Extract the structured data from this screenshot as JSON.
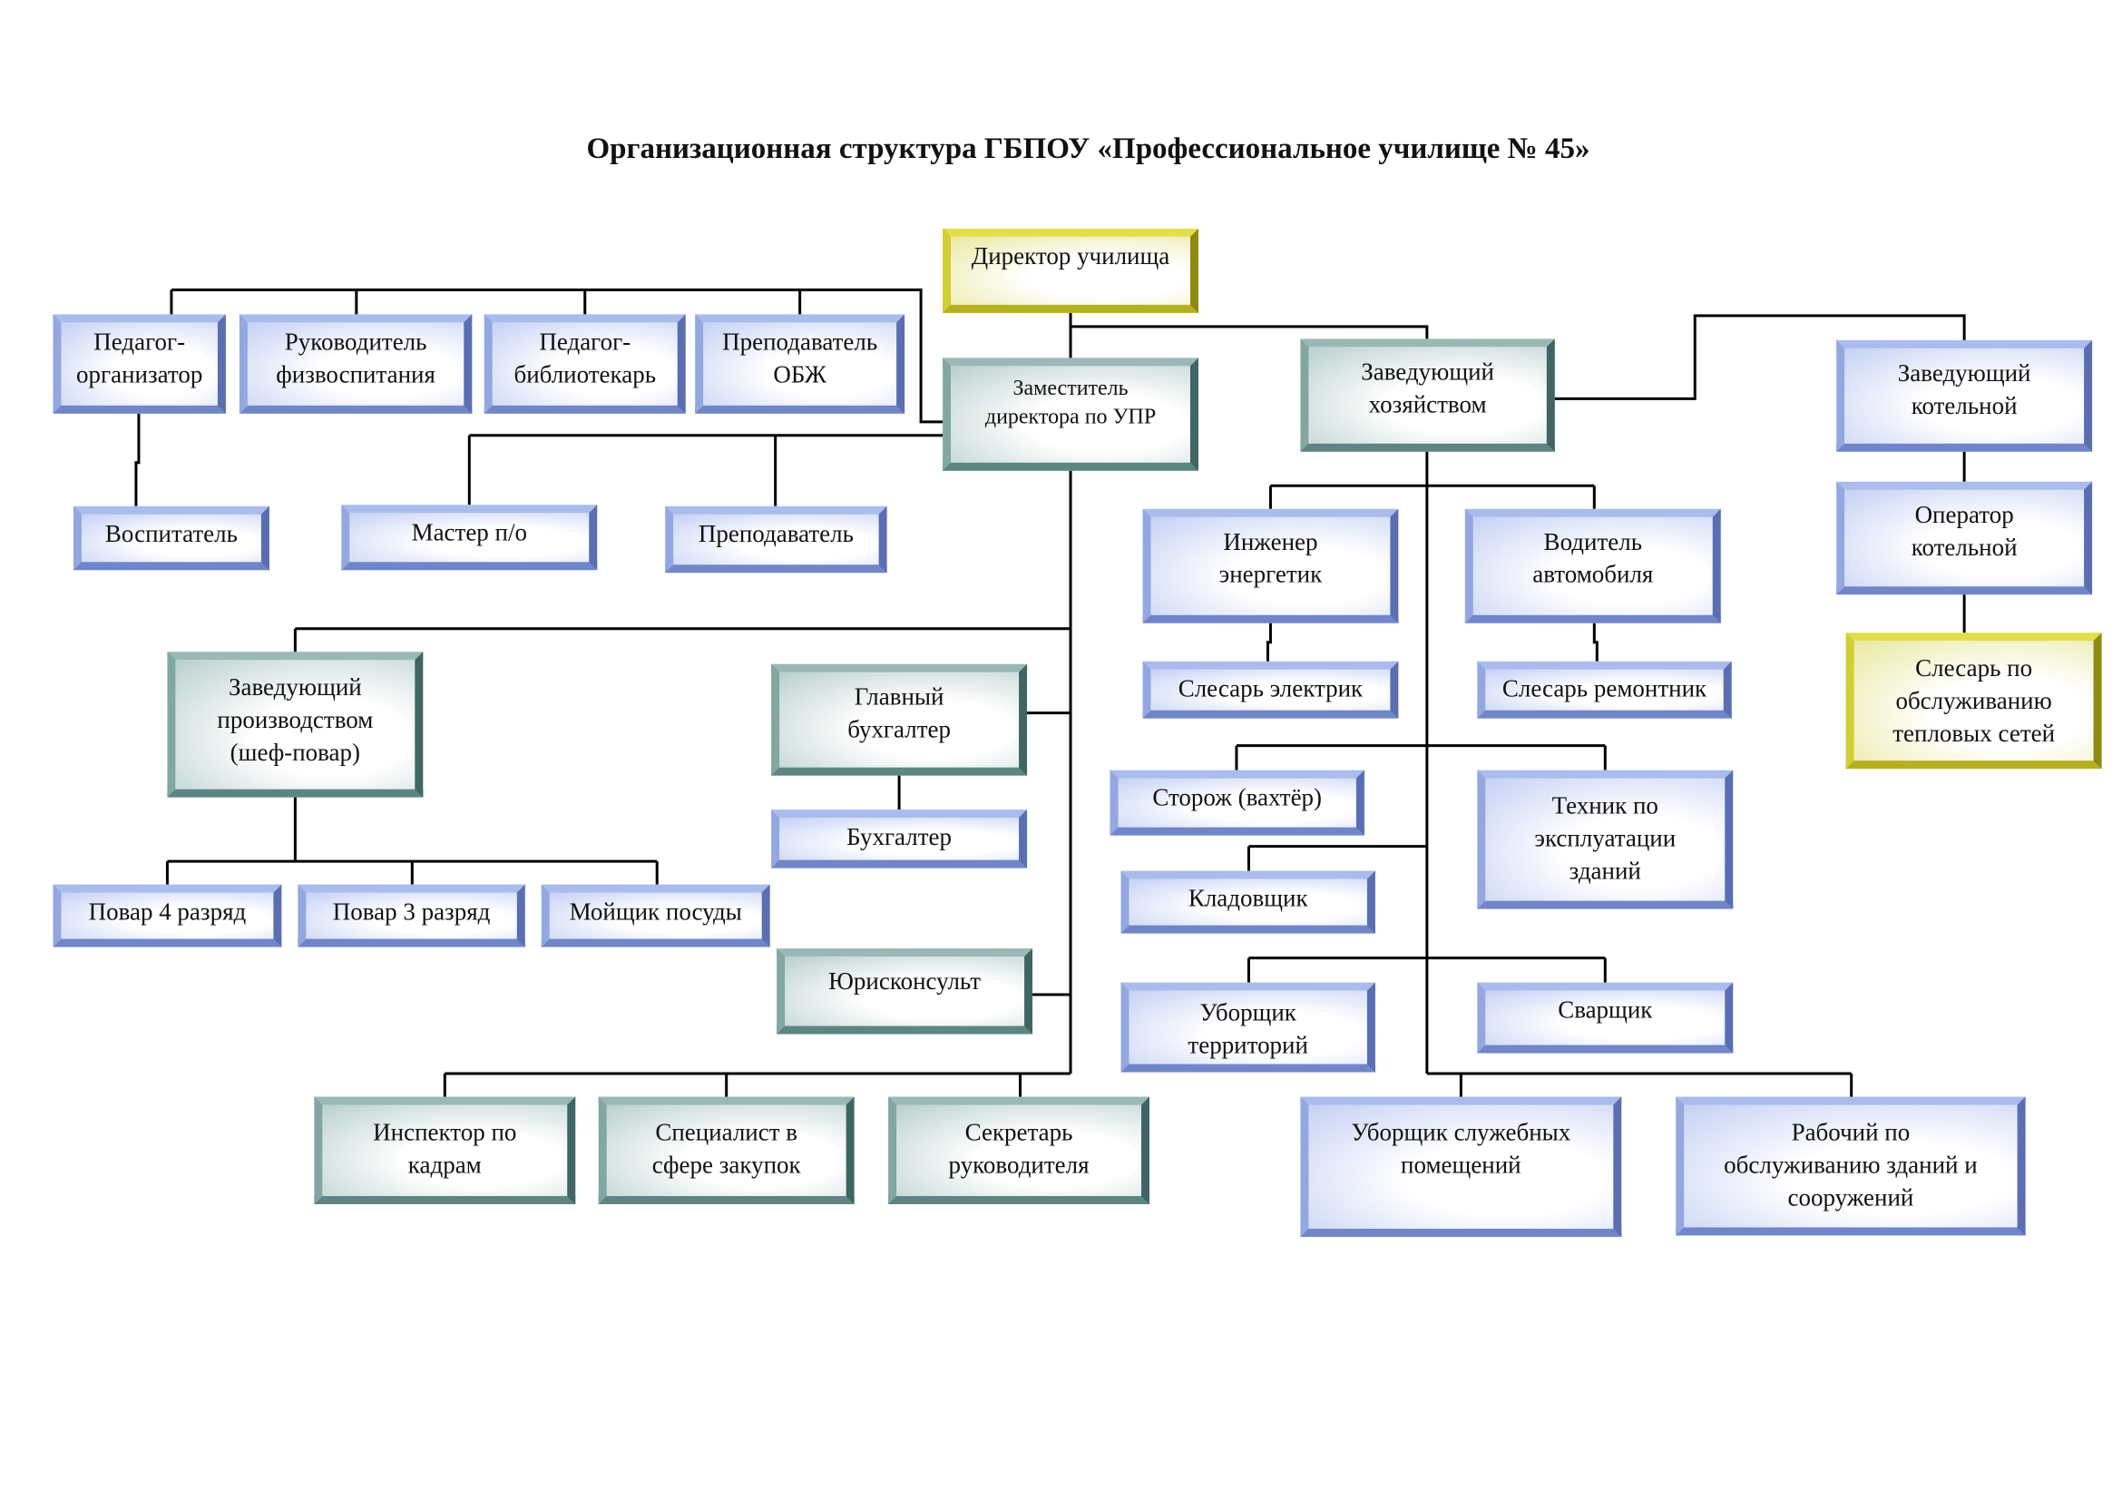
{
  "title": "Организационная структура ГБПОУ «Профессиональное училище № 45»",
  "nodes": {
    "director": "Директор училища",
    "deputy": "Заместитель\nдиректора по УПР",
    "ped_org": "Педагог-\nорганизатор",
    "phys": "Руководитель\nфизвоспитания",
    "librarian": "Педагог-\nбиблиотекарь",
    "obzh": "Преподаватель\nОБЖ",
    "vospitatel": "Воспитатель",
    "master": "Мастер п/о",
    "teacher": "Преподаватель",
    "zavkhoz": "Заведующий\nхозяйством",
    "zavkotel": "Заведующий\nкотельной",
    "operator": "Оператор\nкотельной",
    "slesar_teplo": "Слесарь по\nобслуживанию\nтепловых сетей",
    "engineer": "Инженер\nэнергетик",
    "driver": "Водитель\nавтомобиля",
    "electrician": "Слесарь электрик",
    "repairman": "Слесарь ремонтник",
    "guard": "Сторож (вахтёр)",
    "technician": "Техник по\nэксплуатации\nзданий",
    "storekeeper": "Кладовщик",
    "cleaner_territory": "Уборщик\nтерриторий",
    "welder": "Сварщик",
    "cleaner_office": "Уборщик служебных\nпомещений",
    "worker_buildings": "Рабочий по\nобслуживанию зданий и\nсооружений",
    "chef": "Заведующий\nпроизводством\n(шеф-повар)",
    "chief_accountant": "Главный\nбухгалтер",
    "accountant": "Бухгалтер",
    "lawyer": "Юрисконсульт",
    "cook4": "Повар 4 разряд",
    "cook3": "Повар 3 разряд",
    "dishwasher": "Мойщик посуды",
    "hr": "Инспектор по\nкадрам",
    "procurement": "Специалист в\nсфере закупок",
    "secretary": "Секретарь\nруководителя"
  },
  "colors": {
    "blue": "#93a8e0",
    "teal": "#82a6a2",
    "yellow": "#d2ce34"
  }
}
